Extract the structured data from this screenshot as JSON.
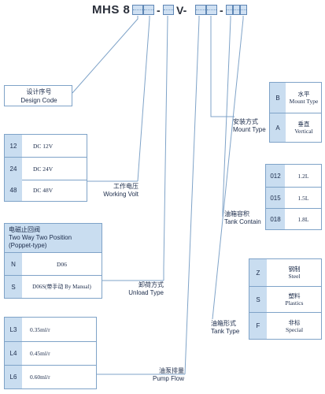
{
  "model_code": {
    "prefix": "MHS 8",
    "separators": [
      "-",
      "V-",
      "-"
    ]
  },
  "design_code": {
    "cn": "设计序号",
    "en": "Design Code"
  },
  "working_volt": {
    "cn": "工作电压",
    "en": "Working Volt",
    "rows": [
      {
        "code": "12",
        "value": "DC 12V"
      },
      {
        "code": "24",
        "value": "DC 24V"
      },
      {
        "code": "48",
        "value": "DC 48V"
      }
    ]
  },
  "unload_type": {
    "cn": "卸荷方式",
    "en": "Unload Type",
    "header_cn": "电磁止回阀",
    "header_en1": "Two Way Two Position",
    "header_en2": "(Poppet-type)",
    "rows": [
      {
        "code": "N",
        "value": "D06"
      },
      {
        "code": "S",
        "value": "D06S(带手动 By Manual)"
      }
    ]
  },
  "pump_flow": {
    "cn": "油泵排量",
    "en": "Pump Flow",
    "rows": [
      {
        "code": "L3",
        "value": "0.35ml/r"
      },
      {
        "code": "L4",
        "value": "0.45ml/r"
      },
      {
        "code": "L6",
        "value": "0.60ml/r"
      }
    ]
  },
  "mount_type": {
    "cn": "安装方式",
    "en": "Mount Type",
    "rows": [
      {
        "code": "B",
        "cn": "水平",
        "en": "Mount Type"
      },
      {
        "code": "A",
        "cn": "垂直",
        "en": "Vertical"
      }
    ]
  },
  "tank_contain": {
    "cn": "油箱容积",
    "en": "Tank Contain",
    "rows": [
      {
        "code": "012",
        "value": "1.2L"
      },
      {
        "code": "015",
        "value": "1.5L"
      },
      {
        "code": "018",
        "value": "1.8L"
      }
    ]
  },
  "tank_type": {
    "cn": "油箱形式",
    "en": "Tank Type",
    "rows": [
      {
        "code": "Z",
        "cn": "钢制",
        "en": "Steel"
      },
      {
        "code": "S",
        "cn": "塑料",
        "en": "Plastics"
      },
      {
        "code": "F",
        "cn": "非标",
        "en": "Special"
      }
    ]
  }
}
